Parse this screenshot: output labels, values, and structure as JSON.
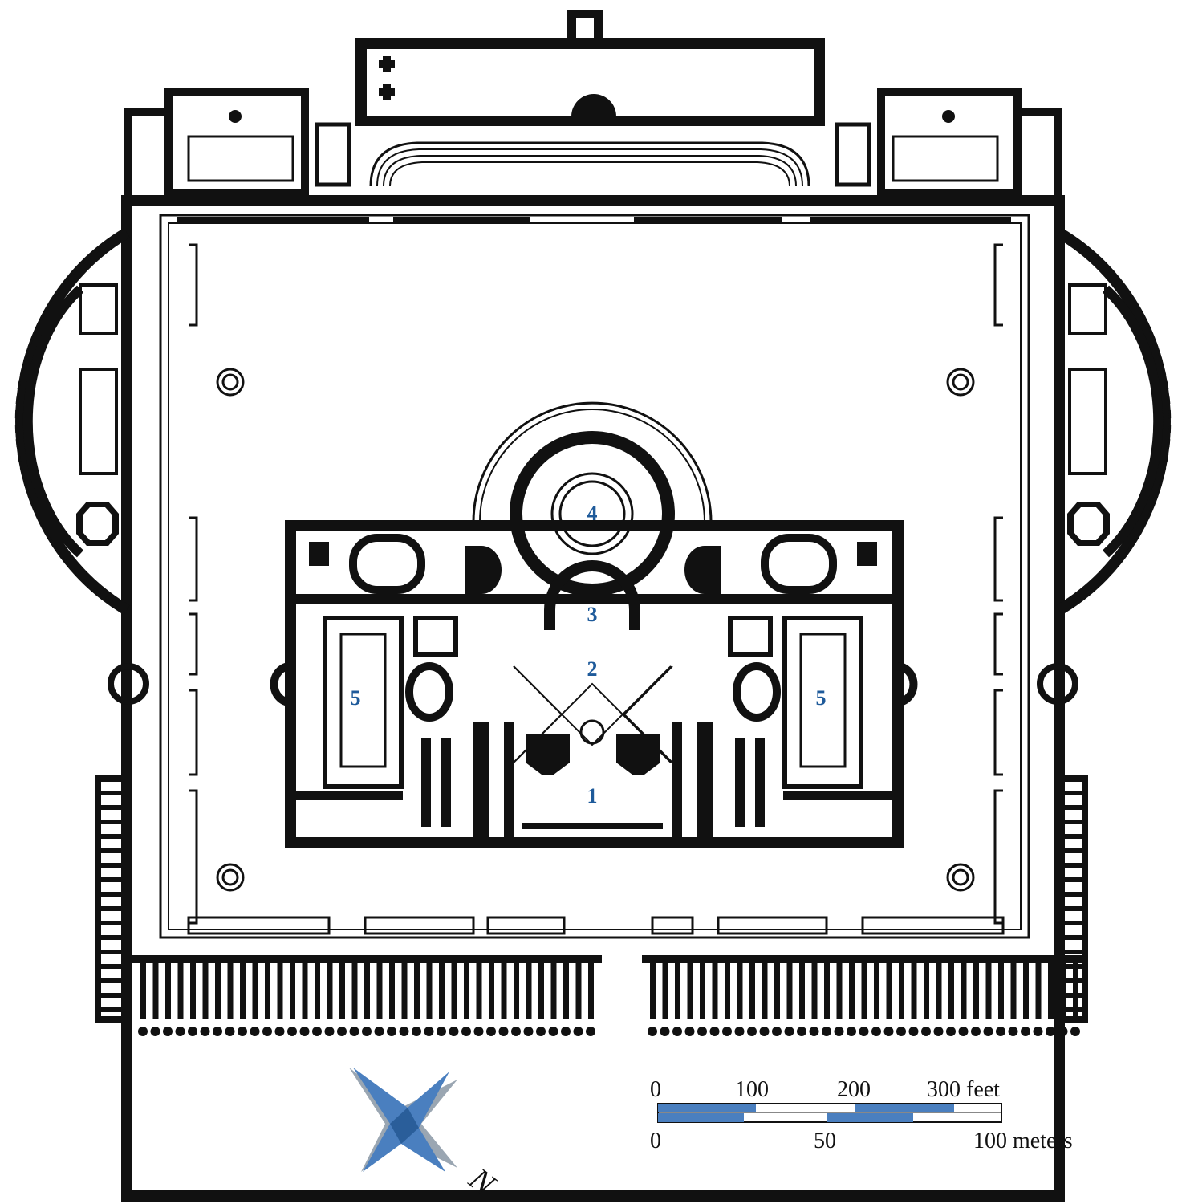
{
  "labels": {
    "frigidarium": "1",
    "tepidarium": "2",
    "unknown_3": "3",
    "caldarium": "4",
    "palaestra_left": "5",
    "palaestra_right": "5"
  },
  "compass": {
    "north_label": "N"
  },
  "scale_bar": {
    "feet_ticks": [
      "0",
      "100",
      "200"
    ],
    "feet_last": "300 feet",
    "meter_ticks": [
      "0",
      "50"
    ],
    "meter_last": "100 meters"
  },
  "colors": {
    "wall": "#111111",
    "accent_blue": "#4a7fbf",
    "label_blue": "#1e5a9a",
    "compass_gray": "#9aa6b2"
  }
}
